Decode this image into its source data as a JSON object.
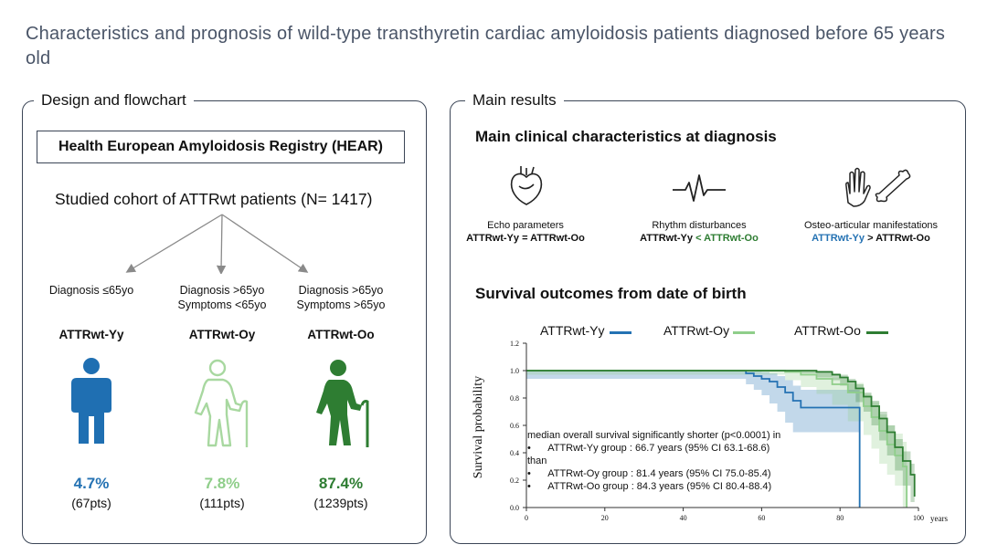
{
  "title": "Characteristics and prognosis of wild-type transthyretin cardiac amyloidosis patients diagnosed before 65 years old",
  "left_panel": {
    "label": "Design and flowchart",
    "registry": "Health European Amyloidosis Registry (HEAR)",
    "cohort": "Studied cohort of ATTRwt patients (N= 1417)",
    "groups": [
      {
        "dx_line1": "Diagnosis ≤65yo",
        "dx_line2": "",
        "name": "ATTRwt-Yy",
        "pct": "4.7%",
        "pts": "(67pts)",
        "color": "#2472b3"
      },
      {
        "dx_line1": "Diagnosis >65yo",
        "dx_line2": "Symptoms <65yo",
        "name": "ATTRwt-Oy",
        "pct": "7.8%",
        "pts": "(111pts)",
        "color": "#a8d8a0"
      },
      {
        "dx_line1": "Diagnosis >65yo",
        "dx_line2": "Symptoms >65yo",
        "name": "ATTRwt-Oo",
        "pct": "87.4%",
        "pts": "(1239pts)",
        "color": "#2e7d32"
      }
    ]
  },
  "right_panel": {
    "label": "Main results",
    "heading1": "Main clinical characteristics at diagnosis",
    "features": [
      {
        "icon": "heart-icon",
        "label": "Echo parameters",
        "a": "ATTRwt-Yy",
        "op": " = ",
        "b": "ATTRwt-Oo"
      },
      {
        "icon": "ecg-icon",
        "label": "Rhythm disturbances",
        "a": "ATTRwt-Yy",
        "op": " < ",
        "b": "ATTRwt-Oo"
      },
      {
        "icon": "hand-bone-icon",
        "label": "Osteo-articular manifestations",
        "a": "ATTRwt-Yy",
        "op": " > ",
        "b": "ATTRwt-Oo"
      }
    ],
    "heading2": "Survival outcomes from date of birth",
    "note": {
      "line1": "median overall survival significantly shorter (p<0.0001) in",
      "yy": "ATTRwt-Yy group : 66.7 years (95% CI 63.1-68.6)",
      "than": "than",
      "oy": "ATTRwt-Oy group : 81.4 years (95% CI 75.0-85.4)",
      "oo": "ATTRwt-Oo group : 84.3 years (95% CI 80.4-88.4)"
    }
  },
  "chart_data": {
    "type": "line",
    "ylabel": "Survival probability",
    "xlabel": "years",
    "xlim": [
      0,
      100
    ],
    "ylim": [
      0,
      1.2
    ],
    "xticks": [
      0,
      20,
      40,
      60,
      80,
      100
    ],
    "yticks": [
      0.0,
      0.2,
      0.4,
      0.6,
      0.8,
      1.0,
      1.2
    ],
    "legend_position": "top",
    "series": [
      {
        "name": "ATTRwt-Yy",
        "color": "#2472b3",
        "x": [
          0,
          56,
          58,
          60,
          62,
          64,
          66,
          68,
          70,
          84.9,
          85
        ],
        "y": [
          1.0,
          0.98,
          0.96,
          0.94,
          0.92,
          0.88,
          0.84,
          0.78,
          0.73,
          0.73,
          0.0
        ],
        "ci_upper": [
          1.0,
          1.0,
          1.0,
          0.99,
          0.98,
          0.96,
          0.93,
          0.89,
          0.86,
          0.86,
          0.6
        ],
        "ci_lower": [
          1.0,
          0.94,
          0.9,
          0.86,
          0.82,
          0.76,
          0.7,
          0.62,
          0.55,
          0.55,
          0.0
        ]
      },
      {
        "name": "ATTRwt-Oy",
        "color": "#8fce8a",
        "x": [
          0,
          66,
          70,
          74,
          78,
          82,
          86,
          88,
          90,
          92,
          94,
          96,
          97
        ],
        "y": [
          1.0,
          0.99,
          0.97,
          0.94,
          0.9,
          0.84,
          0.74,
          0.66,
          0.56,
          0.46,
          0.38,
          0.3,
          0.0
        ],
        "ci_upper": [
          1.0,
          1.0,
          1.0,
          0.98,
          0.95,
          0.91,
          0.83,
          0.77,
          0.68,
          0.6,
          0.54,
          0.48,
          0.3
        ],
        "ci_lower": [
          1.0,
          0.97,
          0.93,
          0.88,
          0.83,
          0.75,
          0.63,
          0.53,
          0.43,
          0.32,
          0.24,
          0.16,
          0.0
        ]
      },
      {
        "name": "ATTRwt-Oo",
        "color": "#2e7d32",
        "x": [
          0,
          70,
          74,
          78,
          80,
          82,
          84,
          86,
          88,
          90,
          92,
          94,
          96,
          98,
          99
        ],
        "y": [
          1.0,
          1.0,
          0.99,
          0.97,
          0.95,
          0.92,
          0.87,
          0.81,
          0.74,
          0.65,
          0.55,
          0.44,
          0.34,
          0.24,
          0.08
        ],
        "ci_upper": [
          1.0,
          1.0,
          1.0,
          0.98,
          0.97,
          0.94,
          0.9,
          0.84,
          0.78,
          0.7,
          0.6,
          0.5,
          0.41,
          0.32,
          0.2
        ],
        "ci_lower": [
          1.0,
          1.0,
          0.98,
          0.95,
          0.93,
          0.89,
          0.84,
          0.77,
          0.7,
          0.6,
          0.49,
          0.38,
          0.27,
          0.16,
          0.04
        ]
      }
    ]
  }
}
